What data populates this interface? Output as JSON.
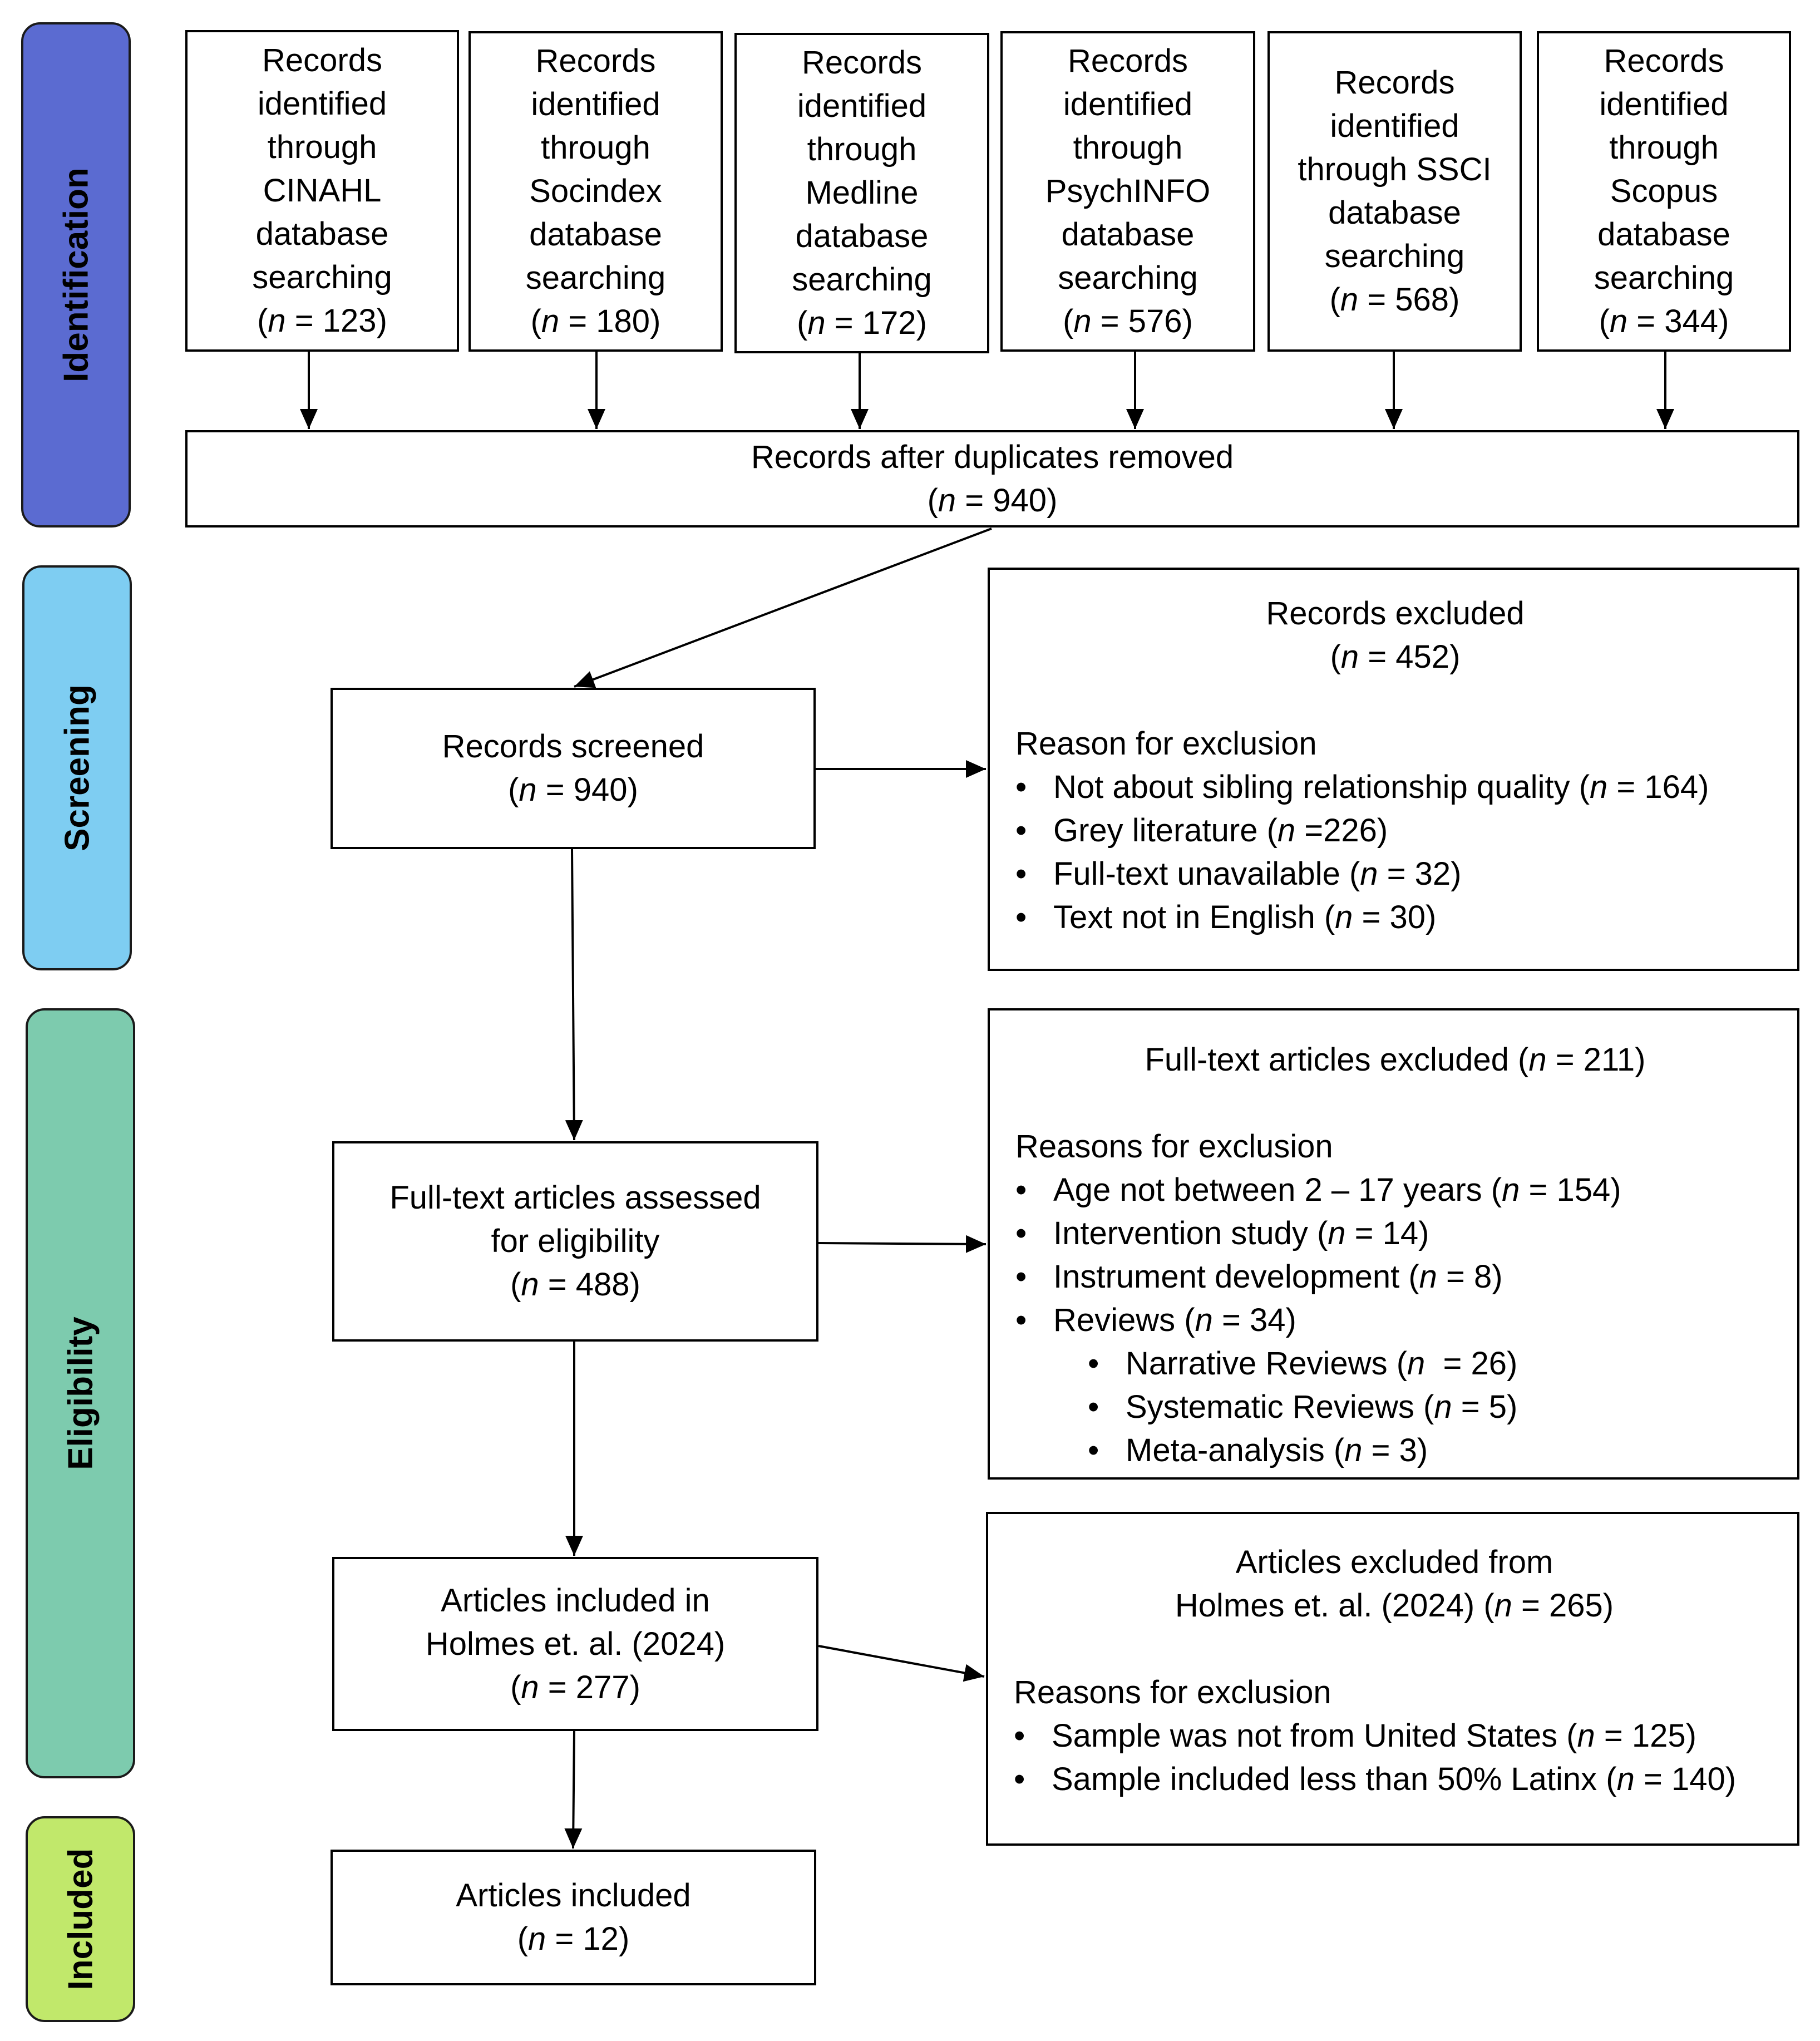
{
  "stages": [
    {
      "id": "identification",
      "label": "Identification",
      "color": "#5b6bd1"
    },
    {
      "id": "screening",
      "label": "Screening",
      "color": "#7ecdf2"
    },
    {
      "id": "eligibility",
      "label": "Eligibility",
      "color": "#7dcbae"
    },
    {
      "id": "included",
      "label": "Included",
      "color": "#c1e86b"
    }
  ],
  "sources": [
    {
      "lines": [
        "Records",
        "identified",
        "through",
        "CINAHL",
        "database",
        "searching"
      ],
      "n": "123"
    },
    {
      "lines": [
        "Records",
        "identified",
        "through",
        "Socindex",
        "database",
        "searching"
      ],
      "n": "180"
    },
    {
      "lines": [
        "Records",
        "identified",
        "through",
        "Medline",
        "database",
        "searching"
      ],
      "n": "172"
    },
    {
      "lines": [
        "Records",
        "identified",
        "through",
        "PsychINFO",
        "database",
        "searching"
      ],
      "n": "576"
    },
    {
      "lines": [
        "Records",
        "identified",
        "through SSCI",
        "database",
        "searching"
      ],
      "n": "568"
    },
    {
      "lines": [
        "Records",
        "identified",
        "through",
        "Scopus",
        "database",
        "searching"
      ],
      "n": "344"
    }
  ],
  "n_symbol": "n",
  "duplicates": {
    "title": "Records after duplicates removed",
    "n": "940"
  },
  "screened": {
    "title": "Records screened",
    "n": "940"
  },
  "fulltext": {
    "title_lines": [
      "Full-text articles assessed",
      "for eligibility"
    ],
    "n": "488"
  },
  "holmes_included": {
    "title_lines": [
      "Articles included in",
      "Holmes et. al. (2024)"
    ],
    "n": "277"
  },
  "final_included": {
    "title": "Articles included",
    "n": "12"
  },
  "records_excluded": {
    "title": "Records excluded",
    "n": "452",
    "reason_heading": "Reason for exclusion",
    "reasons": [
      {
        "text": "Not about sibling relationship quality",
        "n_prefix": "(",
        "n": " = 164)"
      },
      {
        "text": "Grey literature",
        "n_prefix": "(",
        "n": " =226)"
      },
      {
        "text": "Full-text unavailable",
        "n_prefix": "(",
        "n": " = 32)"
      },
      {
        "text": "Text not in English",
        "n_prefix": "(",
        "n": " = 30)"
      }
    ]
  },
  "fulltext_excluded": {
    "title": "Full-text articles excluded",
    "n": "211",
    "reason_heading": "Reasons for exclusion",
    "reasons": [
      {
        "text": "Age not between 2 – 17 years",
        "n": " = 154)"
      },
      {
        "text": "Intervention study",
        "n": " = 14)"
      },
      {
        "text": "Instrument development",
        "n": " = 8)"
      },
      {
        "text": "Reviews",
        "n": " = 34)"
      }
    ],
    "sub_reasons": [
      {
        "text": "Narrative Reviews",
        "n": "  = 26)"
      },
      {
        "text": "Systematic Reviews",
        "n": " = 5)"
      },
      {
        "text": "Meta-analysis",
        "n": " = 3)"
      }
    ]
  },
  "holmes_excluded": {
    "title_lines": [
      "Articles excluded from",
      "Holmes et. al. (2024)"
    ],
    "n": "265",
    "reason_heading": "Reasons for exclusion",
    "reasons": [
      {
        "text": "Sample was not from United States",
        "n": " = 125)"
      },
      {
        "text": "Sample included less than 50% Latinx",
        "n": " = 140)"
      }
    ]
  }
}
